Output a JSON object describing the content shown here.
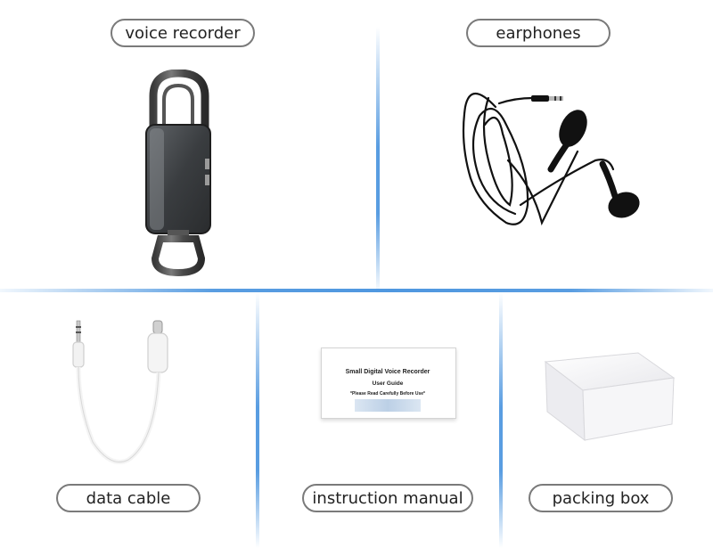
{
  "items": [
    {
      "label": "voice recorder",
      "icon": "voice-recorder-icon"
    },
    {
      "label": "earphones",
      "icon": "earphones-icon"
    },
    {
      "label": "data cable",
      "icon": "data-cable-icon"
    },
    {
      "label": "instruction manual",
      "icon": "instruction-manual-icon"
    },
    {
      "label": "packing box",
      "icon": "packing-box-icon"
    }
  ],
  "manual": {
    "title": "Small Digital Voice Recorder",
    "subtitle": "User Guide",
    "note": "*Please Read Carefully Before Use*"
  },
  "colors": {
    "divider": "#3c8cdc",
    "pill_border": "#7a7a7a"
  }
}
